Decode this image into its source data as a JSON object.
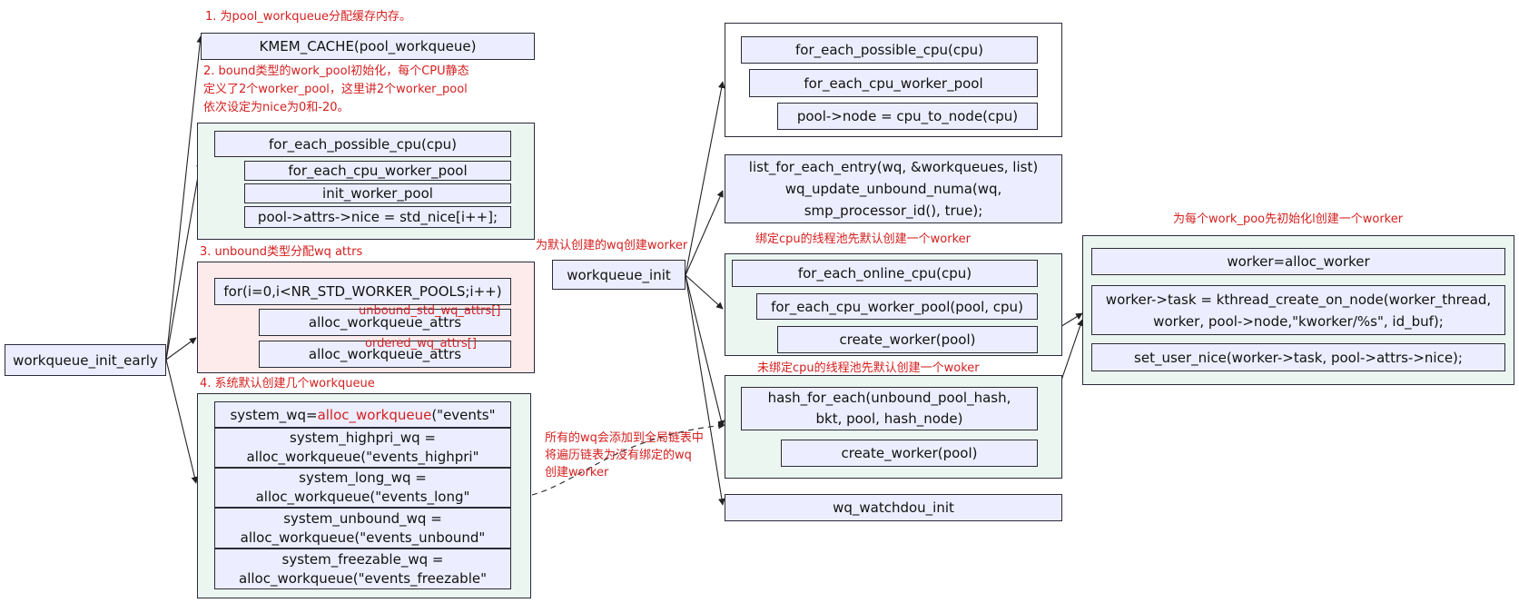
{
  "notes": {
    "n1": "1. 为pool_workqueue分配缓存内存。",
    "n2_line1": "2. bound类型的work_pool初始化，每个CPU静态",
    "n2_line2": "定义了2个worker_pool，这里讲2个worker_pool",
    "n2_line3": "依次设定为nice为0和-20。",
    "n3": "3. unbound类型分配wq attrs",
    "n4": "4. 系统默认创建几个workqueue",
    "create_wq": "为默认创建的wq创建worker",
    "bound_pool": "绑定cpu的线程池先默认创建一个worker",
    "unbound_pool": "未绑定cpu的线程池先默认创建一个woker",
    "per_pool": "为每个work_poo先初始化l创建一个worker",
    "global_line1": "所有的wq会添加到全局链表中",
    "global_line2": "将遍历链表为没有绑定的wq",
    "global_line3": "创建worker",
    "unbound_std": "unbound_std_wq_attrs[]",
    "ordered": "ordered_wq_attrs[]"
  },
  "nodes": {
    "workqueue_init_early": "workqueue_init_early",
    "kmem_cache": "KMEM_CACHE(pool_workqueue)",
    "b_possible": "for_each_possible_cpu(cpu)",
    "b_each_pool": "for_each_cpu_worker_pool",
    "b_init_pool": "init_worker_pool",
    "b_nice": "pool->attrs->nice = std_nice[i++];",
    "u_for": "for(i=0,i<NR_STD_WORKER_POOLS;i++)",
    "u_alloc1": "alloc_workqueue_attrs",
    "u_alloc2": "alloc_workqueue_attrs",
    "wq_system_pre": "system_wq=",
    "wq_system_fn": "alloc_workqueue",
    "wq_system_post": "(\"events\"",
    "wq_highpri_1": "system_highpri_wq =",
    "wq_highpri_2": "alloc_workqueue(\"events_highpri\"",
    "wq_long_1": "system_long_wq =",
    "wq_long_2": "alloc_workqueue(\"events_long\"",
    "wq_unbound_1": "system_unbound_wq =",
    "wq_unbound_2": "alloc_workqueue(\"events_unbound\"",
    "wq_freezable_1": "system_freezable_wq =",
    "wq_freezable_2": "alloc_workqueue(\"events_freezable\"",
    "workqueue_init": "workqueue_init",
    "r1_possible": "for_each_possible_cpu(cpu)",
    "r1_each_pool": "for_each_cpu_worker_pool",
    "r1_node": "pool->node = cpu_to_node(cpu)",
    "list_1": "list_for_each_entry(wq, &workqueues, list)",
    "list_2": "wq_update_unbound_numa(wq,",
    "list_3": "smp_processor_id(), true);",
    "r2_online": "for_each_online_cpu(cpu)",
    "r2_each_pool": "for_each_cpu_worker_pool(pool, cpu)",
    "r2_create": "create_worker(pool)",
    "r3_hash_1": "hash_for_each(unbound_pool_hash,",
    "r3_hash_2": "bkt, pool, hash_node)",
    "r3_create": "create_worker(pool)",
    "watchdog": "wq_watchdou_init",
    "w_alloc": "worker=alloc_worker",
    "w_task_1": "worker->task = kthread_create_on_node(worker_thread,",
    "w_task_2": "worker, pool->node,\"kworker/%s\", id_buf);",
    "w_nice": "set_user_nice(worker->task, pool->attrs->nice);"
  }
}
